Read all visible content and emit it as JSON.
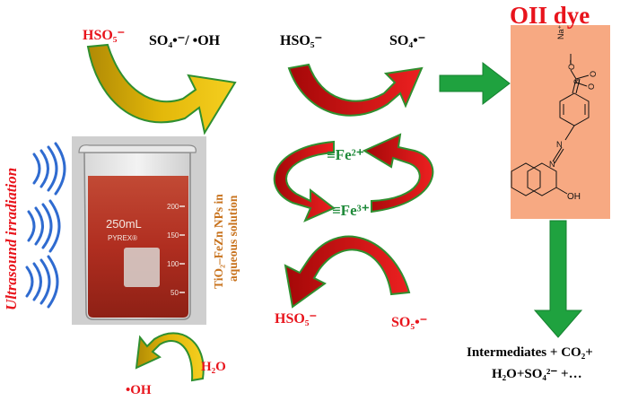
{
  "labels": {
    "hso5_top_left": "HSO₅⁻",
    "so4_oh_top": "SO₄•⁻/ •OH",
    "hso5_top_mid": "HSO₅⁻",
    "so4_top_mid": "SO₄•⁻",
    "fe2": "≡Fe²⁺",
    "fe3": "≡Fe³⁺",
    "hso5_bottom": "HSO₅⁻",
    "so5_bottom": "SO₅•⁻",
    "h2o": "H₂O",
    "oh_bottom": "•OH",
    "ultrasound": "Ultrasound irradiation",
    "nps_line1": "TiO₂–FeZn NPs in",
    "nps_line2": "aqueous solution",
    "dye_title": "OII dye",
    "products_line1": "Intermediates + CO₂+",
    "products_line2": "H₂O+SO₄²⁻ +…"
  },
  "beaker": {
    "volume_label": "250mL",
    "brand": "PYREX®",
    "scale_marks": [
      "200",
      "150",
      "100",
      "50"
    ]
  },
  "molecule": {
    "na": "Na⁺",
    "oh": "OH",
    "s": "S",
    "o": "O",
    "o_minus": "O⁻",
    "n": "N"
  },
  "colors": {
    "red_text": "#e8141c",
    "green_text": "#1f8a3a",
    "orange_text": "#c8731e",
    "black_text": "#000000",
    "dye_box": "#f7a982",
    "green_arrow": "#1fa23f",
    "red_arrow": "#e61b1b",
    "liquid": "#b43122"
  }
}
